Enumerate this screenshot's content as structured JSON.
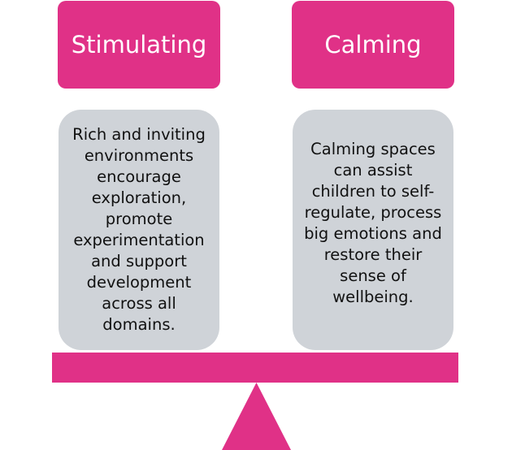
{
  "left": {
    "title": "Stimulating",
    "description": "Rich and inviting environments encourage exploration, promote experimentation and support development across all domains."
  },
  "right": {
    "title": "Calming",
    "description": "Calming spaces can assist children to self-regulate, process big emotions and restore their sense of wellbeing."
  },
  "colors": {
    "accent": "#e03187",
    "box_fill": "#cfd3d8",
    "text_on_accent": "#ffffff",
    "text_on_box": "#111111"
  }
}
